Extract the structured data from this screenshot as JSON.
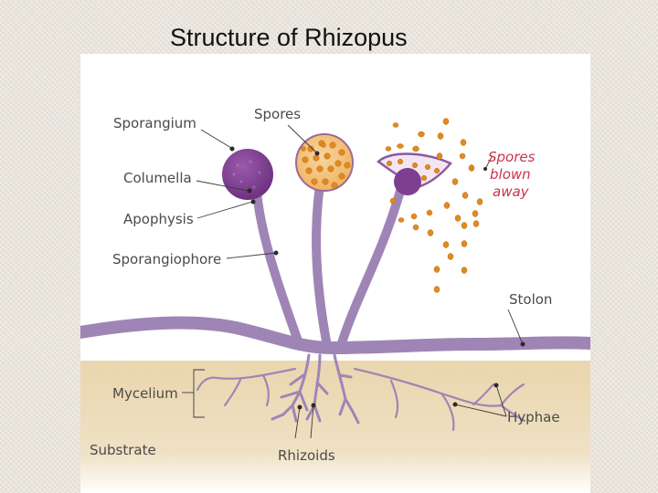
{
  "slide": {
    "title": "Structure of Rhizopus"
  },
  "diagram": {
    "labels": {
      "sporangium": "Sporangium",
      "spores": "Spores",
      "spores_blown_away": [
        "Spores",
        "blown",
        "away"
      ],
      "columella": "Columella",
      "apophysis": "Apophysis",
      "sporangiophore": "Sporangiophore",
      "stolon": "Stolon",
      "mycelium": "Mycelium",
      "hyphae": "Hyphae",
      "substrate": "Substrate",
      "rhizoids": "Rhizoids"
    },
    "colors": {
      "hypha": "#9f85b6",
      "sporangium": "#7d3f8e",
      "spore": "#e08a22",
      "substrate": "#e9d6b0",
      "accent_label": "#c8334b"
    }
  }
}
